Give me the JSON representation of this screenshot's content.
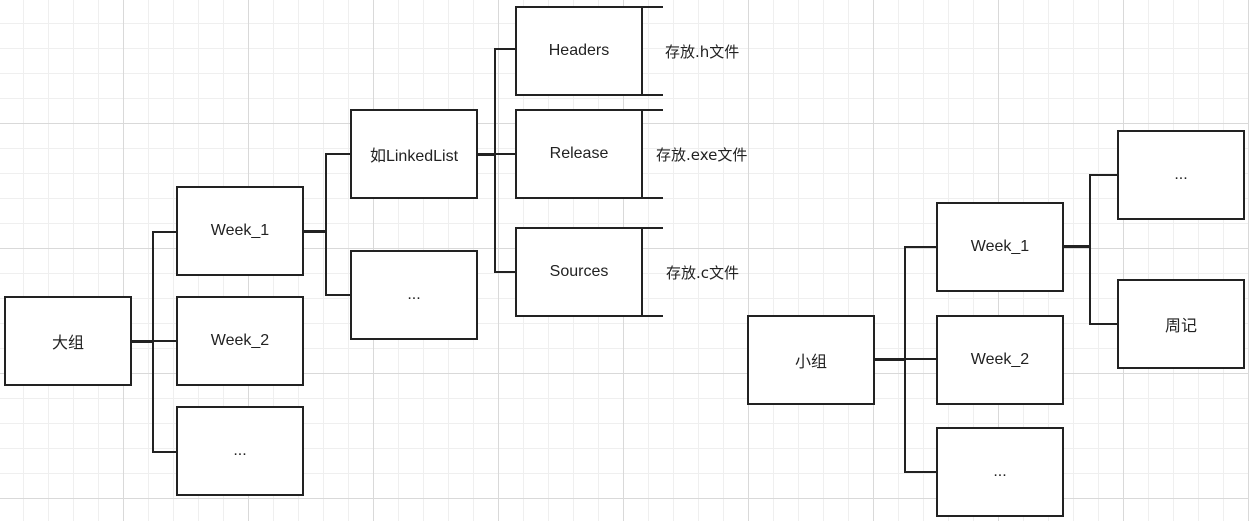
{
  "diagram": {
    "left_tree": {
      "root": "大组",
      "weeks": [
        "Week_1",
        "Week_2",
        "..."
      ],
      "week1_children": [
        "如LinkedList",
        "..."
      ],
      "folders": [
        "Headers",
        "Release",
        "Sources"
      ],
      "folder_notes": [
        "存放.h文件",
        "存放.exe文件",
        "存放.c文件"
      ]
    },
    "right_tree": {
      "root": "小组",
      "weeks": [
        "Week_1",
        "Week_2",
        "..."
      ],
      "week1_children": [
        "...",
        "周记"
      ]
    }
  }
}
